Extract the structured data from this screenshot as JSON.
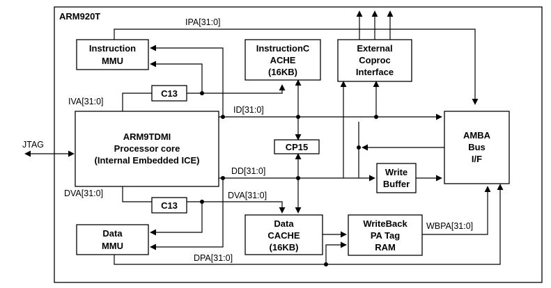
{
  "diagram": {
    "title": "ARM920T",
    "blocks": {
      "instruction_mmu": [
        "Instruction",
        "MMU"
      ],
      "instruction_cache": [
        "InstructionC",
        "ACHE",
        "(16KB)"
      ],
      "external_coproc": [
        "External",
        "Coproc",
        "Interface"
      ],
      "c13_top": "C13",
      "processor_core": [
        "ARM9TDMI",
        "Processor core",
        "(Internal Embedded ICE)"
      ],
      "cp15": "CP15",
      "amba": [
        "AMBA",
        "Bus",
        "I/F"
      ],
      "write_buffer": [
        "Write",
        "Buffer"
      ],
      "c13_bottom": "C13",
      "data_mmu": [
        "Data",
        "MMU"
      ],
      "data_cache": [
        "Data",
        "CACHE",
        "(16KB)"
      ],
      "writeback": [
        "WriteBack",
        "PA Tag",
        "RAM"
      ]
    },
    "signals": {
      "ipa": "IPA[31:0]",
      "iva": "IVA[31:0]",
      "id": "ID[31:0]",
      "jtag": "JTAG",
      "dd": "DD[31:0]",
      "dva_left": "DVA[31:0]",
      "dva_right": "DVA[31:0]",
      "wbpa": "WBPA[31:0]",
      "dpa": "DPA[31:0]"
    }
  }
}
